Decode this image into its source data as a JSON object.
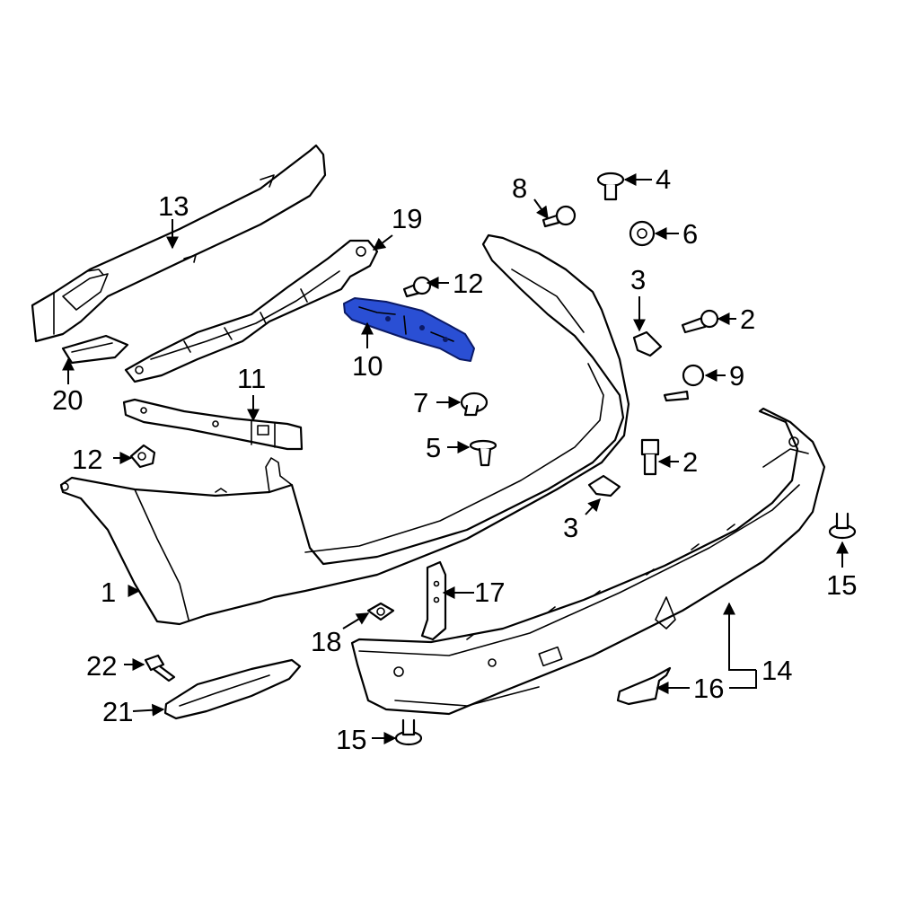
{
  "callouts": {
    "c1": "1",
    "c2a": "2",
    "c2b": "2",
    "c3a": "3",
    "c3b": "3",
    "c4": "4",
    "c5": "5",
    "c6": "6",
    "c7": "7",
    "c8": "8",
    "c9": "9",
    "c10": "10",
    "c11": "11",
    "c12a": "12",
    "c12b": "12",
    "c13": "13",
    "c14": "14",
    "c15a": "15",
    "c15b": "15",
    "c16": "16",
    "c17": "17",
    "c18": "18",
    "c19": "19",
    "c20": "20",
    "c21": "21",
    "c22": "22"
  },
  "colors": {
    "highlight_fill": "#2a4fd4",
    "highlight_stroke": "#0b1a66",
    "line": "#000000",
    "background": "#ffffff"
  },
  "highlighted_part": "10"
}
